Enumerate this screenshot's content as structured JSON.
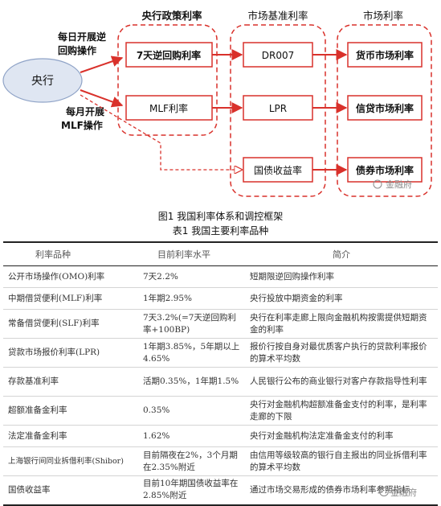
{
  "diagram": {
    "group_titles": [
      "央行政策利率",
      "市场基准利率",
      "市场利率"
    ],
    "central_bank": "央行",
    "edge_labels": [
      [
        "每日开展逆",
        "回购操作"
      ],
      [
        "每月开展",
        "MLF操作"
      ]
    ],
    "policy_rates": [
      "7天逆回购利率",
      "MLF利率"
    ],
    "benchmark_rates": [
      "DR007",
      "LPR",
      "国债收益率"
    ],
    "market_rates": [
      "货币市场利率",
      "信贷市场利率",
      "债券市场利率"
    ],
    "colors": {
      "box_border": "#d9312b",
      "group_border": "#d9312b",
      "arrow": "#d9312b",
      "ellipse_fill": "#dfe6f2",
      "ellipse_border": "#8fa3c7"
    }
  },
  "figure_caption": "图1 我国利率体系和调控框架",
  "table_caption": "表1 我国主要利率品种",
  "table": {
    "headers": [
      "利率品种",
      "目前利率水平",
      "简介"
    ],
    "rows": [
      [
        "公开市场操作(OMO)利率",
        "7天2.2%",
        "短期限逆回购操作利率"
      ],
      [
        "中期借贷便利(MLF)利率",
        "1年期2.95%",
        "央行投放中期资金的利率"
      ],
      [
        "常备借贷便利(SLF)利率",
        "7天3.2%(=7天逆回购利率+100BP)",
        "央行在利率走廊上限向金融机构按需提供短期资金的利率"
      ],
      [
        "贷款市场报价利率(LPR)",
        "1年期3.85%，5年期以上4.65%",
        "报价行按自身对最优质客户执行的贷款利率报价的算术平均数"
      ],
      [
        "存款基准利率",
        "活期0.35%，1年期1.5%",
        "人民银行公布的商业银行对客户存款指导性利率"
      ],
      [
        "超额准备金利率",
        "0.35%",
        "央行对金融机构超额准备金支付的利率，是利率走廊的下限"
      ],
      [
        "法定准备金利率",
        "1.62%",
        "央行对金融机构法定准备金支付的利率"
      ],
      [
        "上海银行间同业拆借利率(Shibor)",
        "目前隔夜在2%，3个月期在2.35%附近",
        "由信用等级较高的银行自主报出的同业拆借利率的算术平均数"
      ],
      [
        "国债收益率",
        "目前10年期国债收益率在2.85%附近",
        "通过市场交易形成的债券市场利率参照指标"
      ]
    ]
  },
  "watermark": "金融府"
}
